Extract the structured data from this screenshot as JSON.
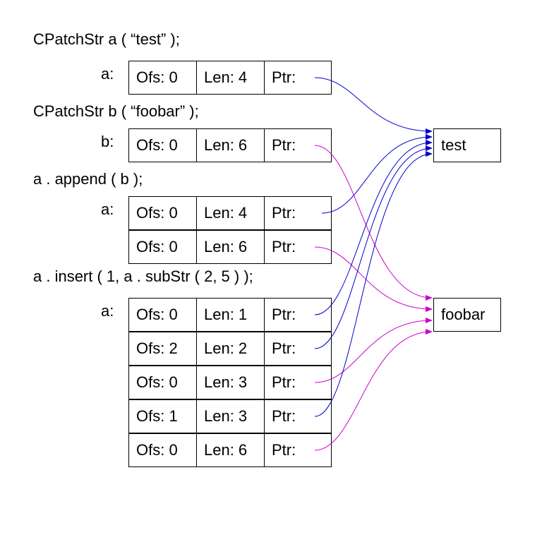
{
  "statements": [
    "CPatchStr a ( “test” );",
    "CPatchStr b ( “foobar” );",
    "a . append ( b );",
    "a . insert ( 1, a . subStr ( 2, 5 ) );"
  ],
  "variables": [
    "a:",
    "b:",
    "a:",
    "a:"
  ],
  "targets": [
    "test",
    "foobar"
  ],
  "colors": {
    "test": "#0000cc",
    "foobar": "#cc00cc"
  },
  "tables": [
    {
      "var": "a",
      "rows": [
        {
          "ofs": "Ofs: 0",
          "len": "Len: 4",
          "ptr": "Ptr:",
          "points_to": "test"
        }
      ]
    },
    {
      "var": "b",
      "rows": [
        {
          "ofs": "Ofs: 0",
          "len": "Len: 6",
          "ptr": "Ptr:",
          "points_to": "foobar"
        }
      ]
    },
    {
      "var": "a",
      "rows": [
        {
          "ofs": "Ofs: 0",
          "len": "Len: 4",
          "ptr": "Ptr:",
          "points_to": "test"
        },
        {
          "ofs": "Ofs: 0",
          "len": "Len: 6",
          "ptr": "Ptr:",
          "points_to": "foobar"
        }
      ]
    },
    {
      "var": "a",
      "rows": [
        {
          "ofs": "Ofs: 0",
          "len": "Len: 1",
          "ptr": "Ptr:",
          "points_to": "test"
        },
        {
          "ofs": "Ofs: 2",
          "len": "Len: 2",
          "ptr": "Ptr:",
          "points_to": "test"
        },
        {
          "ofs": "Ofs: 0",
          "len": "Len: 3",
          "ptr": "Ptr:",
          "points_to": "foobar"
        },
        {
          "ofs": "Ofs: 1",
          "len": "Len: 3",
          "ptr": "Ptr:",
          "points_to": "test"
        },
        {
          "ofs": "Ofs: 0",
          "len": "Len: 6",
          "ptr": "Ptr:",
          "points_to": "foobar"
        }
      ]
    }
  ]
}
